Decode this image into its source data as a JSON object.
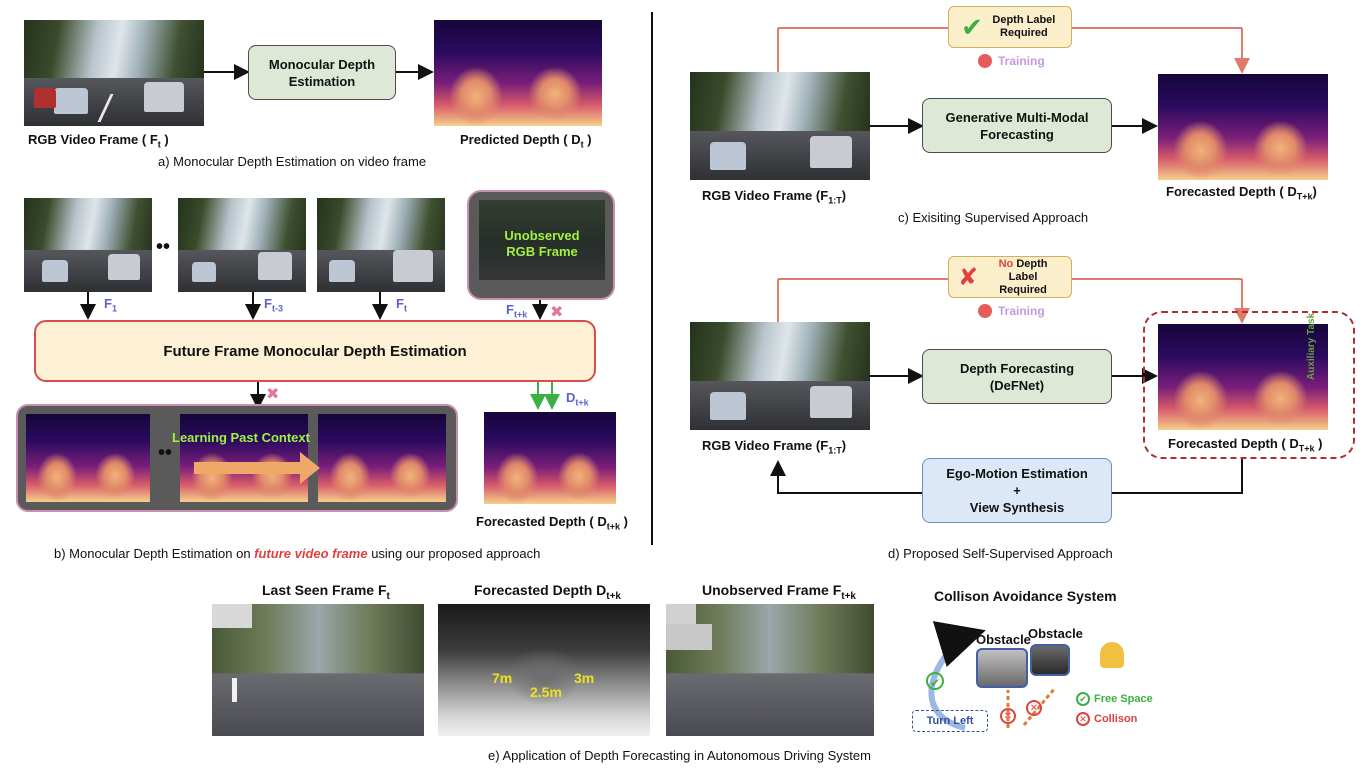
{
  "panel_a": {
    "input_label": "RGB Video Frame ( F",
    "input_sub": "t",
    "input_end": " )",
    "box": "Monocular Depth Estimation",
    "output_label": "Predicted Depth ( D",
    "output_sub": "t",
    "output_end": " )",
    "caption": "a)  Monocular Depth Estimation on video frame"
  },
  "panel_b": {
    "frame_labels": [
      "F",
      "F",
      "F",
      "F"
    ],
    "frame_subs": [
      "1",
      "t-3",
      "t",
      "t+k"
    ],
    "unobserved": "Unobserved RGB Frame",
    "main_box": "Future Frame Monocular Depth Estimation",
    "context_text": "Learning Past Context",
    "depth_label": "D",
    "depth_sub": "t+k",
    "forecast_label": "Forecasted Depth ( D",
    "forecast_sub": "t+k",
    "forecast_end": " )",
    "caption_start": "b)  Monocular Depth Estimation on ",
    "caption_em": "future video frame",
    "caption_end": " using our proposed approach",
    "dots": "••"
  },
  "panel_c": {
    "label_box": "Depth Label Required",
    "training": "Training",
    "box": "Generative Multi-Modal Forecasting",
    "input_label": "RGB Video Frame (F",
    "input_sub": "1:T",
    "input_end": ")",
    "output_label": "Forecasted Depth ( D",
    "output_sub": "T+k",
    "output_end": ")",
    "caption": "c)  Exisiting Supervised Approach"
  },
  "panel_d": {
    "label_no": "No",
    "label_box": " Depth Label Required",
    "training": "Training",
    "box": "Depth Forecasting (DeFNet)",
    "ego_box_1": "Ego-Motion Estimation",
    "ego_box_2": "+",
    "ego_box_3": "View Synthesis",
    "input_label": "RGB Video Frame (F",
    "input_sub": "1:T",
    "input_end": ")",
    "output_label": "Forecasted Depth ( D",
    "output_sub": "T+k",
    "output_end": " )",
    "aux": "Auxiliary Task",
    "caption": "d)  Proposed Self-Supervised Approach"
  },
  "panel_e": {
    "title_1": "Last Seen Frame F",
    "title_1_sub": "t",
    "title_2": "Forecasted Depth D",
    "title_2_sub": "t+k",
    "title_3": "Unobserved Frame F",
    "title_3_sub": "t+k",
    "title_4": "Collison Avoidance System",
    "distances": [
      "7m",
      "2.5m",
      "3m"
    ],
    "obstacle_1": "Obstacle",
    "obstacle_2": "Obstacle",
    "turn_left": "Turn Left",
    "free_space": "Free Space",
    "collision": "Collison",
    "caption": "e)  Application of Depth Forecasting in Autonomous Driving System"
  },
  "colors": {
    "accent_red": "#e04040",
    "frame_label_blue": "#5b63c8",
    "training_purple": "#c79ae0",
    "green_box": "#dde9d6",
    "blue_box": "#dce8f8",
    "yellow_box": "#fbeecb",
    "aux_green": "#6aa040"
  }
}
